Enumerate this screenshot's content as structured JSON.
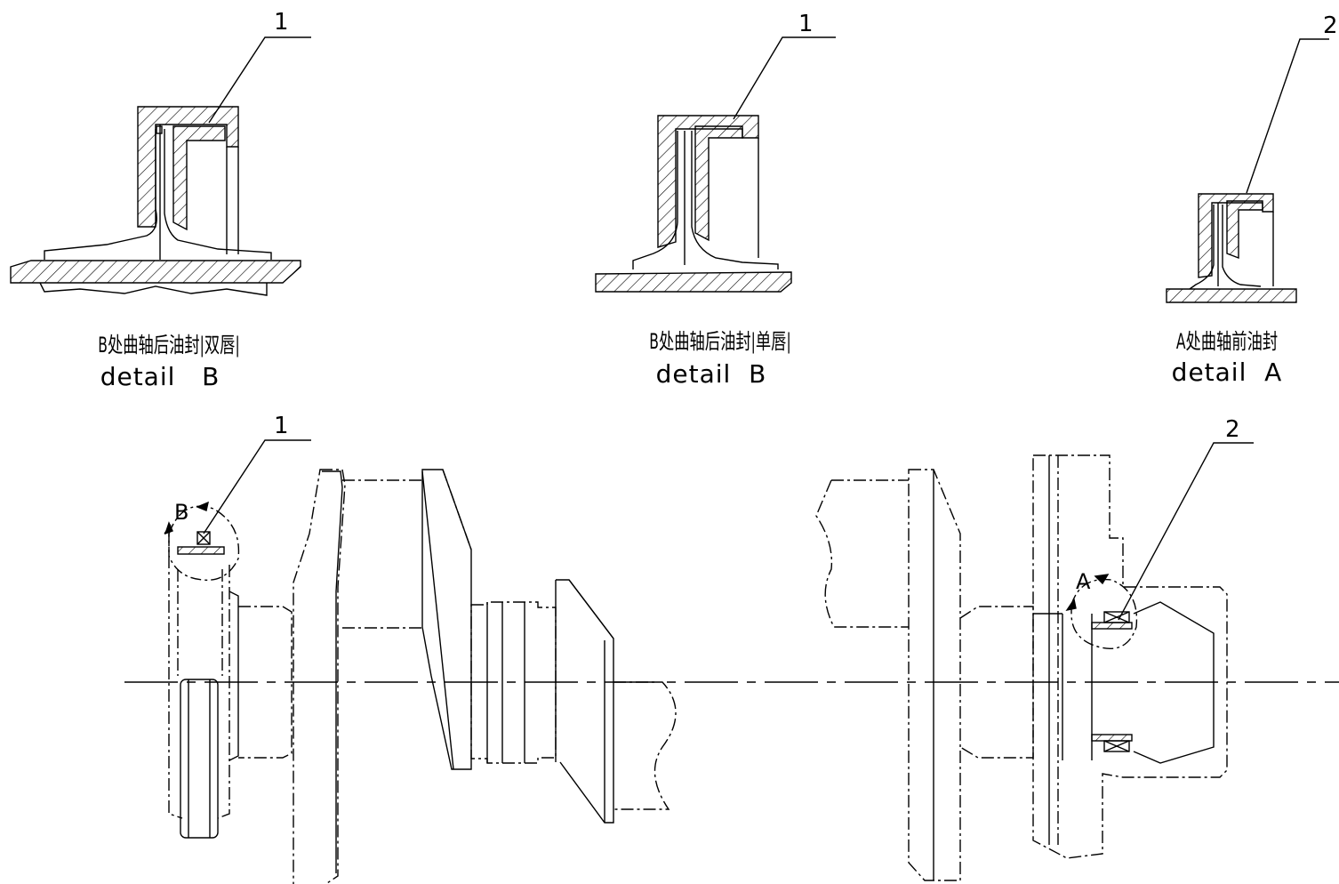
{
  "callouts": {
    "detail1": "1",
    "detail2": "1",
    "detail3": "2",
    "main_left": "1",
    "main_right": "2"
  },
  "captions": {
    "detail1": {
      "cn": "B处曲轴后油封|双唇|",
      "en": "detail   B"
    },
    "detail2": {
      "cn": "B处曲轴后油封|单唇|",
      "en": "detail  B"
    },
    "detail3": {
      "cn": "A处曲轴前油封",
      "en": "detail  A"
    }
  },
  "view_markers": {
    "left": "B",
    "right": "A"
  }
}
